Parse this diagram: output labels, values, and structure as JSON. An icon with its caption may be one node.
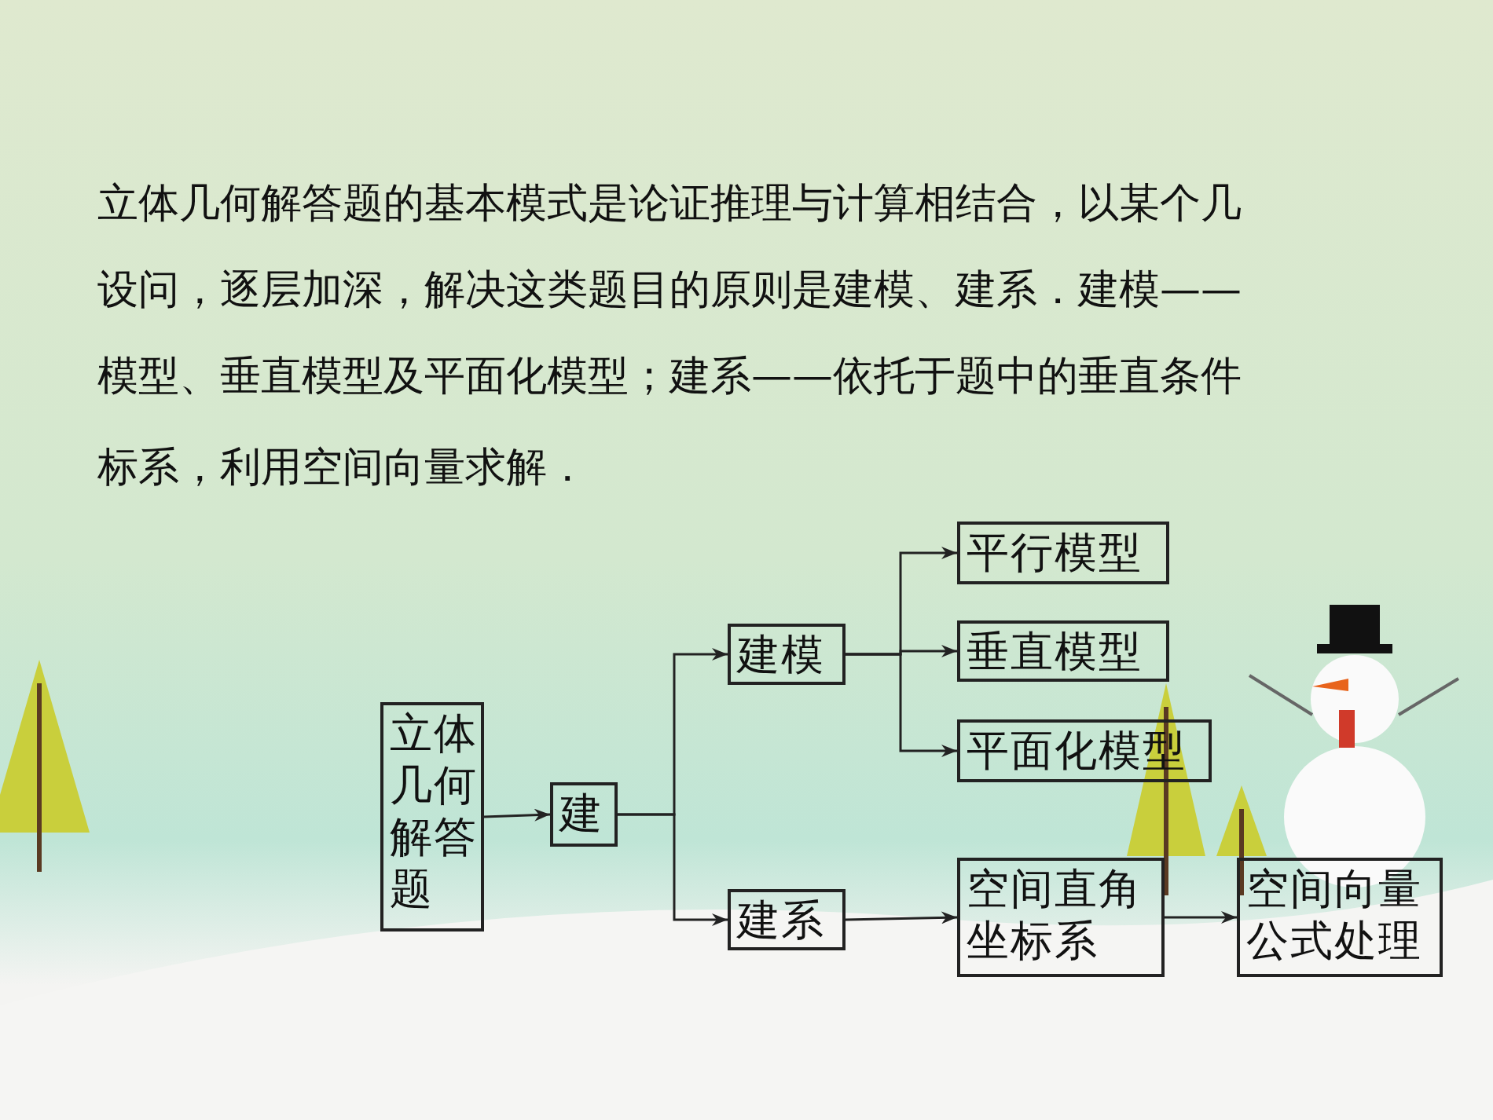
{
  "diagram": {
    "nodes": [
      {
        "text": [
          "立体几何解答题"
        ]
      },
      {
        "text": [
          "建"
        ]
      },
      {
        "text": [
          "建模"
        ]
      },
      {
        "text": [
          "建系"
        ]
      },
      {
        "text": [
          "平行模型"
        ]
      },
      {
        "text": [
          "垂直模型"
        ]
      },
      {
        "text": [
          "平面化模型"
        ]
      },
      {
        "text": [
          "空间直角坐标系"
        ]
      },
      {
        "text": [
          "空间向量公式处理"
        ]
      }
    ],
    "edges": [
      {
        "from": 0,
        "to": 1,
        "arrow": "to"
      },
      {
        "from": 1,
        "to": 2,
        "arrow": "to"
      },
      {
        "from": 1,
        "to": 3,
        "arrow": "to"
      },
      {
        "from": 2,
        "to": 4,
        "arrow": "to"
      },
      {
        "from": 2,
        "to": 5,
        "arrow": "to"
      },
      {
        "from": 2,
        "to": 6,
        "arrow": "to"
      },
      {
        "from": 3,
        "to": 7,
        "arrow": "to"
      },
      {
        "from": 7,
        "to": 8,
        "arrow": "to"
      }
    ],
    "labels": [
      "立体几何解答题的基本模式是论证推理与计算相结合，以某个几",
      "设问，逐层加深，解决这类题目的原则是建模、建系．建模——",
      "模型、垂直模型及平面化模型；建系——依托于题中的垂直条件",
      "标系，利用空间向量求解．"
    ]
  }
}
